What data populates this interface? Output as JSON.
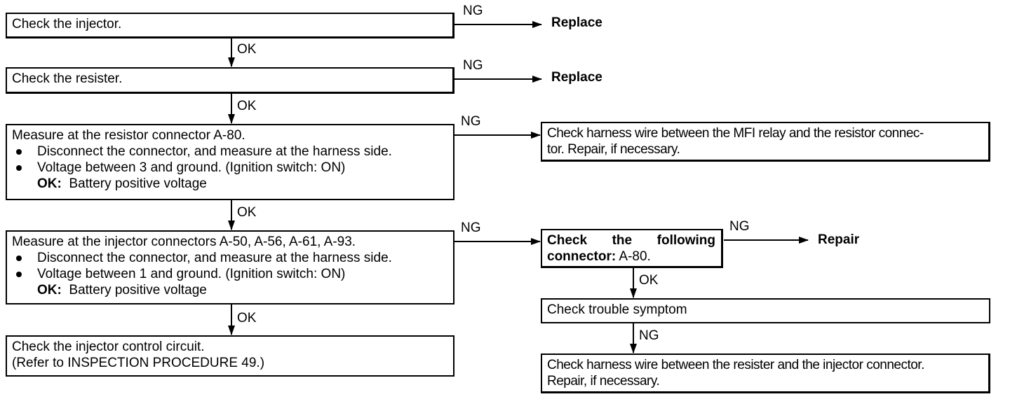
{
  "left_column": {
    "box1": "Check the injector.",
    "box2": "Check the resister.",
    "box3": {
      "title": "Measure at the resistor connector A-80.",
      "bullets": [
        "Disconnect the connector, and measure at the harness side.",
        "Voltage between 3 and ground. (Ignition switch: ON)"
      ],
      "ok_label": "OK:",
      "ok_text": "Battery positive voltage"
    },
    "box4": {
      "title": "Measure at the injector connectors A-50, A-56, A-61, A-93.",
      "bullets": [
        "Disconnect the connector, and measure at the harness side.",
        "Voltage between 1 and ground. (Ignition switch: ON)"
      ],
      "ok_label": "OK:",
      "ok_text": "Battery positive voltage"
    },
    "box5": {
      "line1": "Check the injector control circuit.",
      "line2": "(Refer to INSPECTION PROCEDURE 49.)"
    }
  },
  "right_column": {
    "box_harness_mfi": {
      "line1": "Check harness wire between the MFI relay and the resistor connec-",
      "line2": "tor. Repair, if necessary."
    },
    "box_following": {
      "line1": "Check the following",
      "line2_bold": "connector:",
      "line2_rest": "A-80."
    },
    "box_trouble": "Check trouble symptom",
    "box_harness_injector": {
      "line1": "Check harness wire between the resister and the injector connector.",
      "line2": "Repair, if necessary."
    }
  },
  "results": {
    "replace1": "Replace",
    "replace2": "Replace",
    "repair": "Repair"
  },
  "labels": {
    "ok": "OK",
    "ng": "NG"
  }
}
